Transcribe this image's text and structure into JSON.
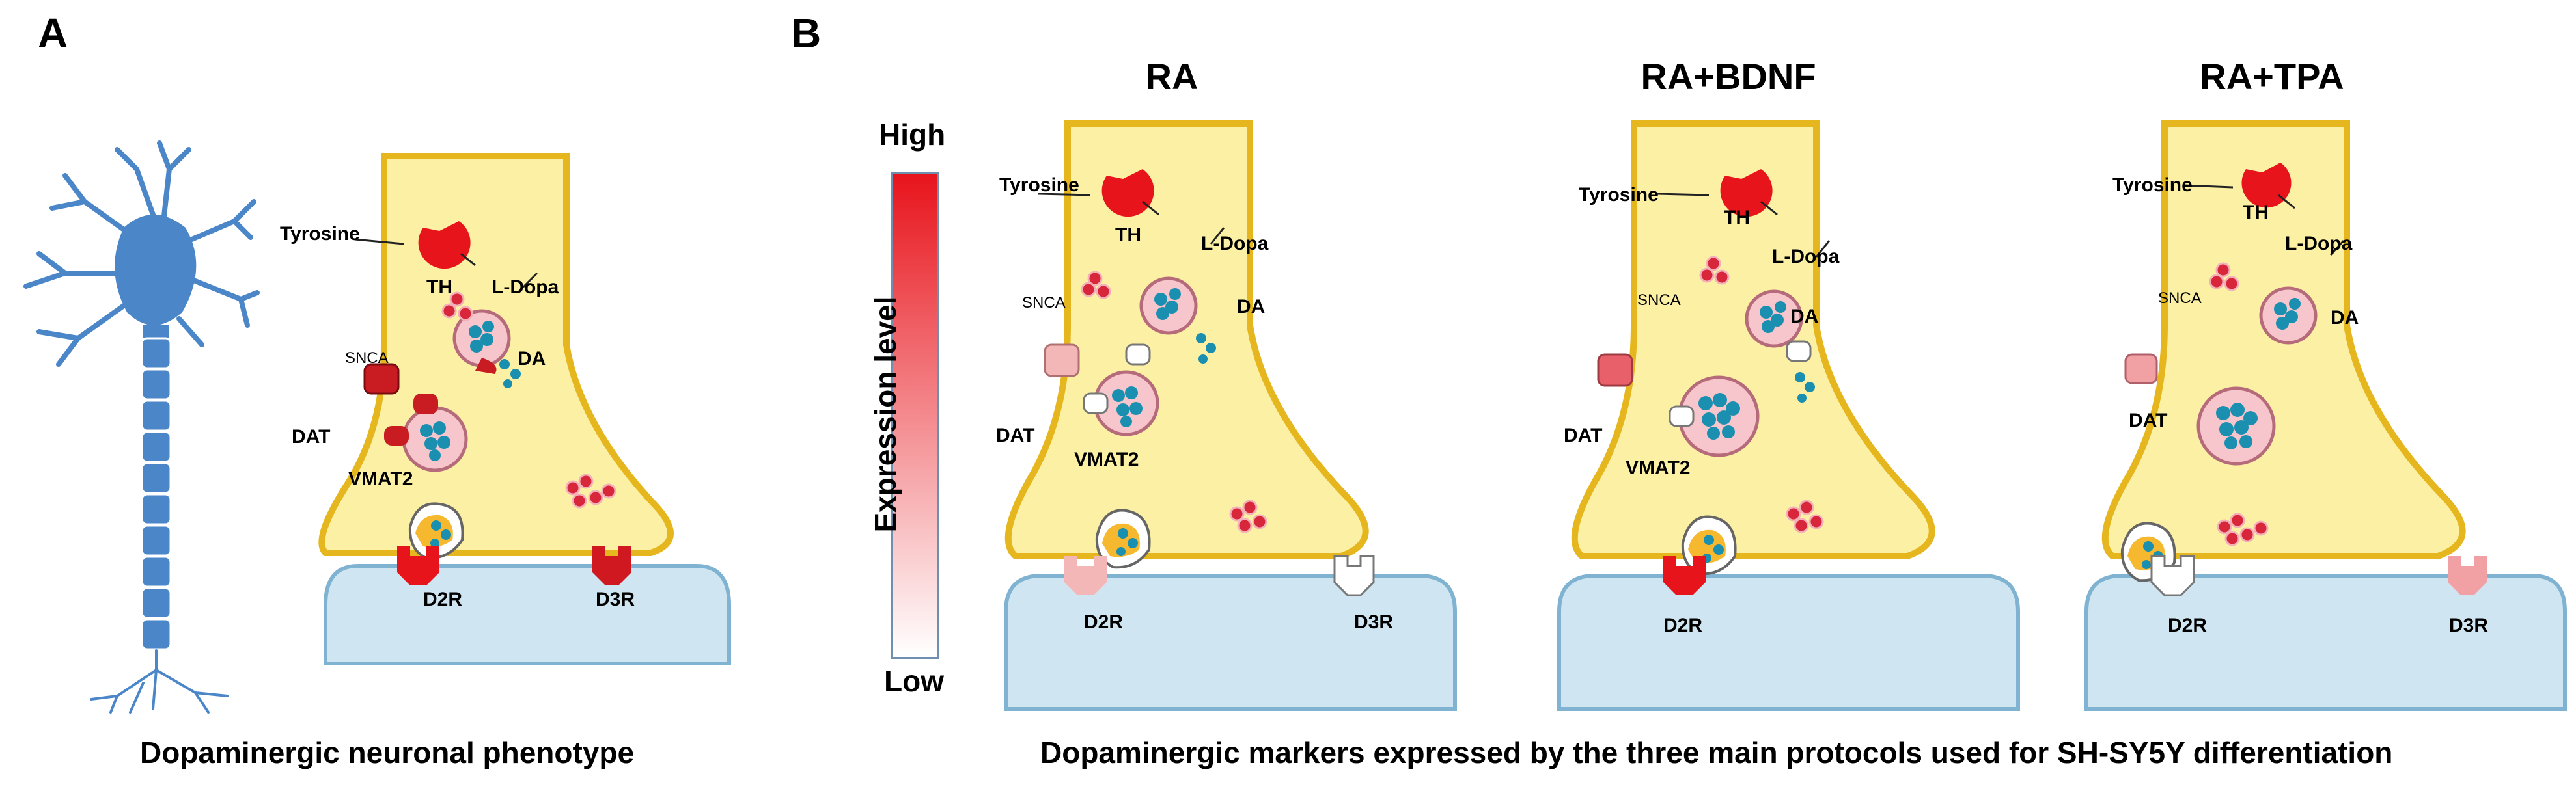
{
  "panel_a": {
    "letter": "A",
    "caption": "Dopaminergic neuronal phenotype",
    "labels": {
      "tyrosine": "Tyrosine",
      "th": "TH",
      "ldopa": "L-Dopa",
      "snca": "SNCA",
      "da": "DA",
      "dat": "DAT",
      "vmat2": "VMAT2",
      "d2r": "D2R",
      "d3r": "D3R"
    }
  },
  "panel_b": {
    "letter": "B",
    "caption": "Dopaminergic markers expressed by the three main protocols used for SH-SY5Y differentiation",
    "scale": {
      "high": "High",
      "low": "Low",
      "title": "Expression level"
    },
    "conditions": [
      {
        "title": "RA",
        "labels": {
          "tyrosine": "Tyrosine",
          "th": "TH",
          "ldopa": "L-Dopa",
          "snca": "SNCA",
          "da": "DA",
          "dat": "DAT",
          "vmat2": "VMAT2",
          "d2r": "D2R",
          "d3r": "D3R"
        }
      },
      {
        "title": "RA+BDNF",
        "labels": {
          "tyrosine": "Tyrosine",
          "th": "TH",
          "ldopa": "L-Dopa",
          "snca": "SNCA",
          "da": "DA",
          "dat": "DAT",
          "vmat2": "VMAT2",
          "d2r": "D2R"
        }
      },
      {
        "title": "RA+TPA",
        "labels": {
          "tyrosine": "Tyrosine",
          "th": "TH",
          "ldopa": "L-Dopa",
          "snca": "SNCA",
          "da": "DA",
          "dat": "DAT",
          "d2r": "D2R",
          "d3r": "D3R"
        }
      }
    ]
  },
  "colors": {
    "terminal": "#fbf0a4",
    "terminal_edge": "#e6b61f",
    "postsyn": "#cfe6f2",
    "postsyn_edge": "#7fb3d1",
    "neuron": "#4a86c8",
    "high_red": "#e8141c"
  }
}
